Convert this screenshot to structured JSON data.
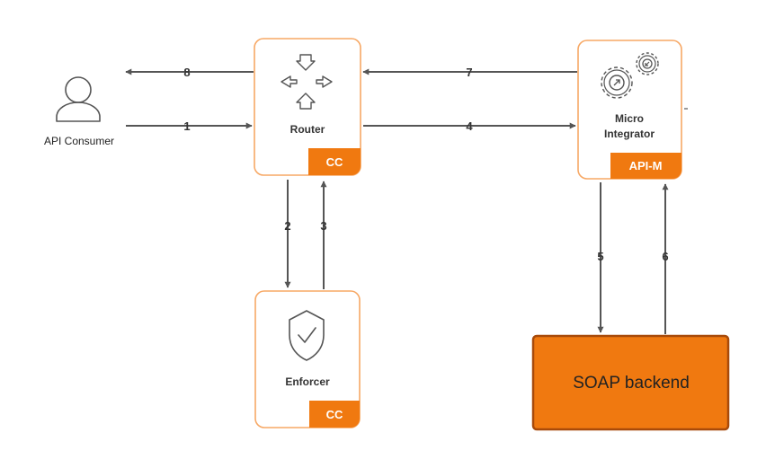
{
  "nodes": {
    "consumer": {
      "label": "API Consumer"
    },
    "router": {
      "label": "Router",
      "badge": "CC"
    },
    "micro_integrator": {
      "label_line1": "Micro",
      "label_line2": "Integrator",
      "badge": "API-M"
    },
    "enforcer": {
      "label": "Enforcer",
      "badge": "CC"
    },
    "soap_backend": {
      "label": "SOAP backend"
    }
  },
  "edges": [
    {
      "from": "consumer",
      "to": "router",
      "label": "1"
    },
    {
      "from": "router",
      "to": "enforcer",
      "label": "2"
    },
    {
      "from": "enforcer",
      "to": "router",
      "label": "3"
    },
    {
      "from": "router",
      "to": "micro_integrator",
      "label": "4"
    },
    {
      "from": "micro_integrator",
      "to": "soap_backend",
      "label": "5"
    },
    {
      "from": "soap_backend",
      "to": "micro_integrator",
      "label": "6"
    },
    {
      "from": "micro_integrator",
      "to": "router",
      "label": "7"
    },
    {
      "from": "router",
      "to": "consumer",
      "label": "8"
    }
  ],
  "colors": {
    "accent": "#f07910",
    "box_border": "#f7a865",
    "edge": "#555555"
  }
}
